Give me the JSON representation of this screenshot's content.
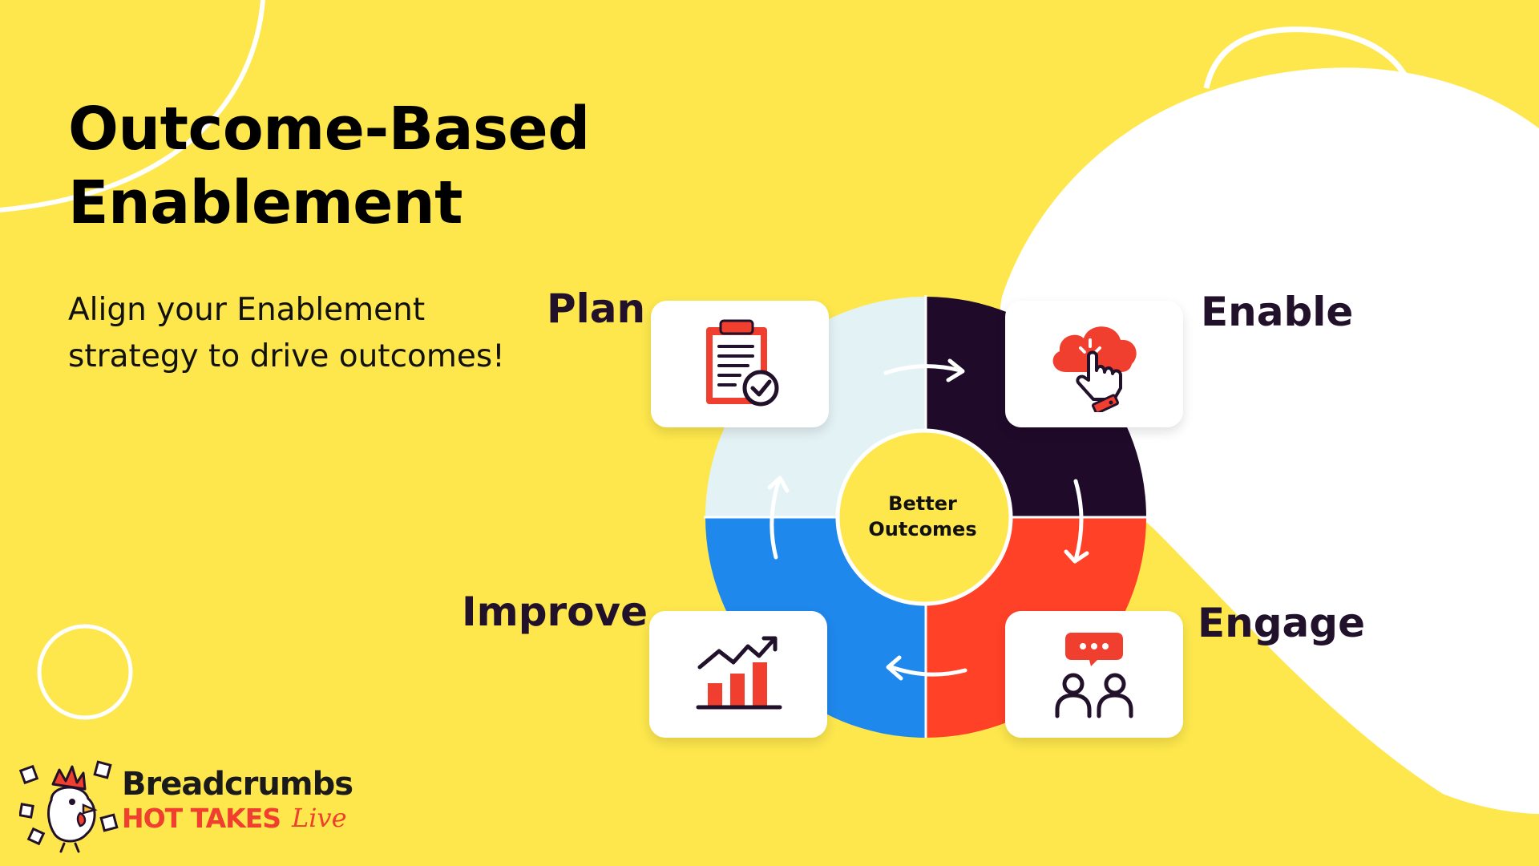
{
  "slide": {
    "title_line1": "Outcome-Based",
    "title_line2": "Enablement",
    "subtitle_line1": "Align your Enablement",
    "subtitle_line2": "strategy to drive outcomes!"
  },
  "cycle": {
    "center_line1": "Better",
    "center_line2": "Outcomes",
    "stages": [
      {
        "label": "Plan",
        "icon": "clipboard-check-icon",
        "color": "#E3F2F5"
      },
      {
        "label": "Enable",
        "icon": "cloud-click-icon",
        "color": "#200A2A"
      },
      {
        "label": "Engage",
        "icon": "people-chat-icon",
        "color": "#FF4128"
      },
      {
        "label": "Improve",
        "icon": "bar-chart-growth-icon",
        "color": "#1F88EC"
      }
    ]
  },
  "brand": {
    "name": "Breadcrumbs",
    "tagline": "HOT TAKES",
    "tagline_script": "Live",
    "logo_icon": "rooster-mascot-icon"
  },
  "colors": {
    "background": "#FDE74C",
    "accent_red": "#F03E2F",
    "dark": "#22112A",
    "white": "#FFFFFF"
  }
}
